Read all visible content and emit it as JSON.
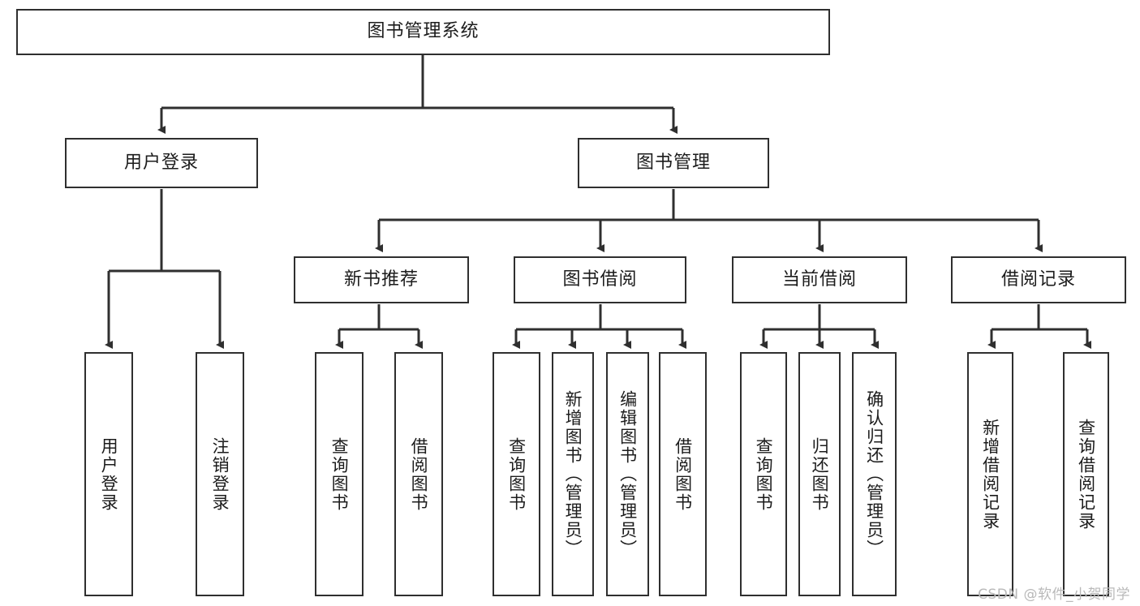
{
  "diagram": {
    "title": "图书管理系统",
    "watermark": "CSDN @软件_小贺同学",
    "colors": {
      "border": "#2f2f2f",
      "line": "#2f2f2f",
      "background": "#ffffff",
      "text": "#1c1c1c",
      "watermark": "#b9b9b9"
    },
    "root": {
      "label": "图书管理系统"
    },
    "level1": [
      {
        "label": "用户登录"
      },
      {
        "label": "图书管理"
      }
    ],
    "level2": [
      {
        "label": "新书推荐"
      },
      {
        "label": "图书借阅"
      },
      {
        "label": "当前借阅"
      },
      {
        "label": "借阅记录"
      }
    ],
    "leaves": {
      "user_login": [
        {
          "label": "用户登录"
        },
        {
          "label": "注销登录"
        }
      ],
      "new_book": [
        {
          "label": "查询图书"
        },
        {
          "label": "借阅图书"
        }
      ],
      "book_borrow": [
        {
          "label": "查询图书"
        },
        {
          "label": "新增图书（管理员）"
        },
        {
          "label": "编辑图书（管理员）"
        },
        {
          "label": "借阅图书"
        }
      ],
      "current_borrow": [
        {
          "label": "查询图书"
        },
        {
          "label": "归还图书"
        },
        {
          "label": "确认归还（管理员）"
        }
      ],
      "borrow_record": [
        {
          "label": "新增借阅记录"
        },
        {
          "label": "查询借阅记录"
        }
      ]
    }
  }
}
